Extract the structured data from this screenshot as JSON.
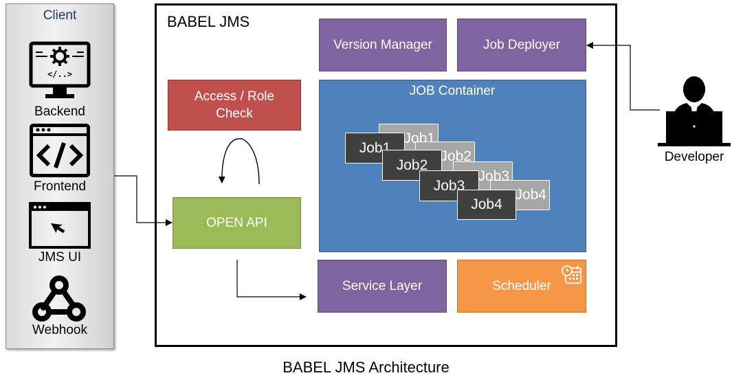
{
  "client": {
    "title": "Client",
    "items": [
      {
        "label": "Backend",
        "icon": "backend-monitor-gear-icon"
      },
      {
        "label": "Frontend",
        "icon": "code-window-icon"
      },
      {
        "label": "JMS UI",
        "icon": "browser-cursor-icon"
      },
      {
        "label": "Webhook",
        "icon": "webhook-icon"
      }
    ]
  },
  "system": {
    "title": "BABEL JMS",
    "version_manager": "Version Manager",
    "job_deployer": "Job Deployer",
    "access_role_check": [
      "Access / Role",
      "Check"
    ],
    "open_api": "OPEN API",
    "job_container": {
      "title": "JOB Container",
      "jobs": [
        "Job1",
        "Job2",
        "Job3",
        "Job4"
      ],
      "back_jobs": [
        "Job1",
        "Job2",
        "Job3",
        "Job4"
      ]
    },
    "service_layer": "Service Layer",
    "scheduler": "Scheduler"
  },
  "developer": {
    "label": "Developer",
    "icon": "developer-laptop-icon"
  },
  "caption": "BABEL JMS Architecture",
  "colors": {
    "purple": "#8064a2",
    "red": "#c0504d",
    "green": "#9bbb59",
    "blue": "#4f81bd",
    "orange": "#f79646",
    "job_dark": "#404040",
    "job_light": "#a6a6a6"
  }
}
